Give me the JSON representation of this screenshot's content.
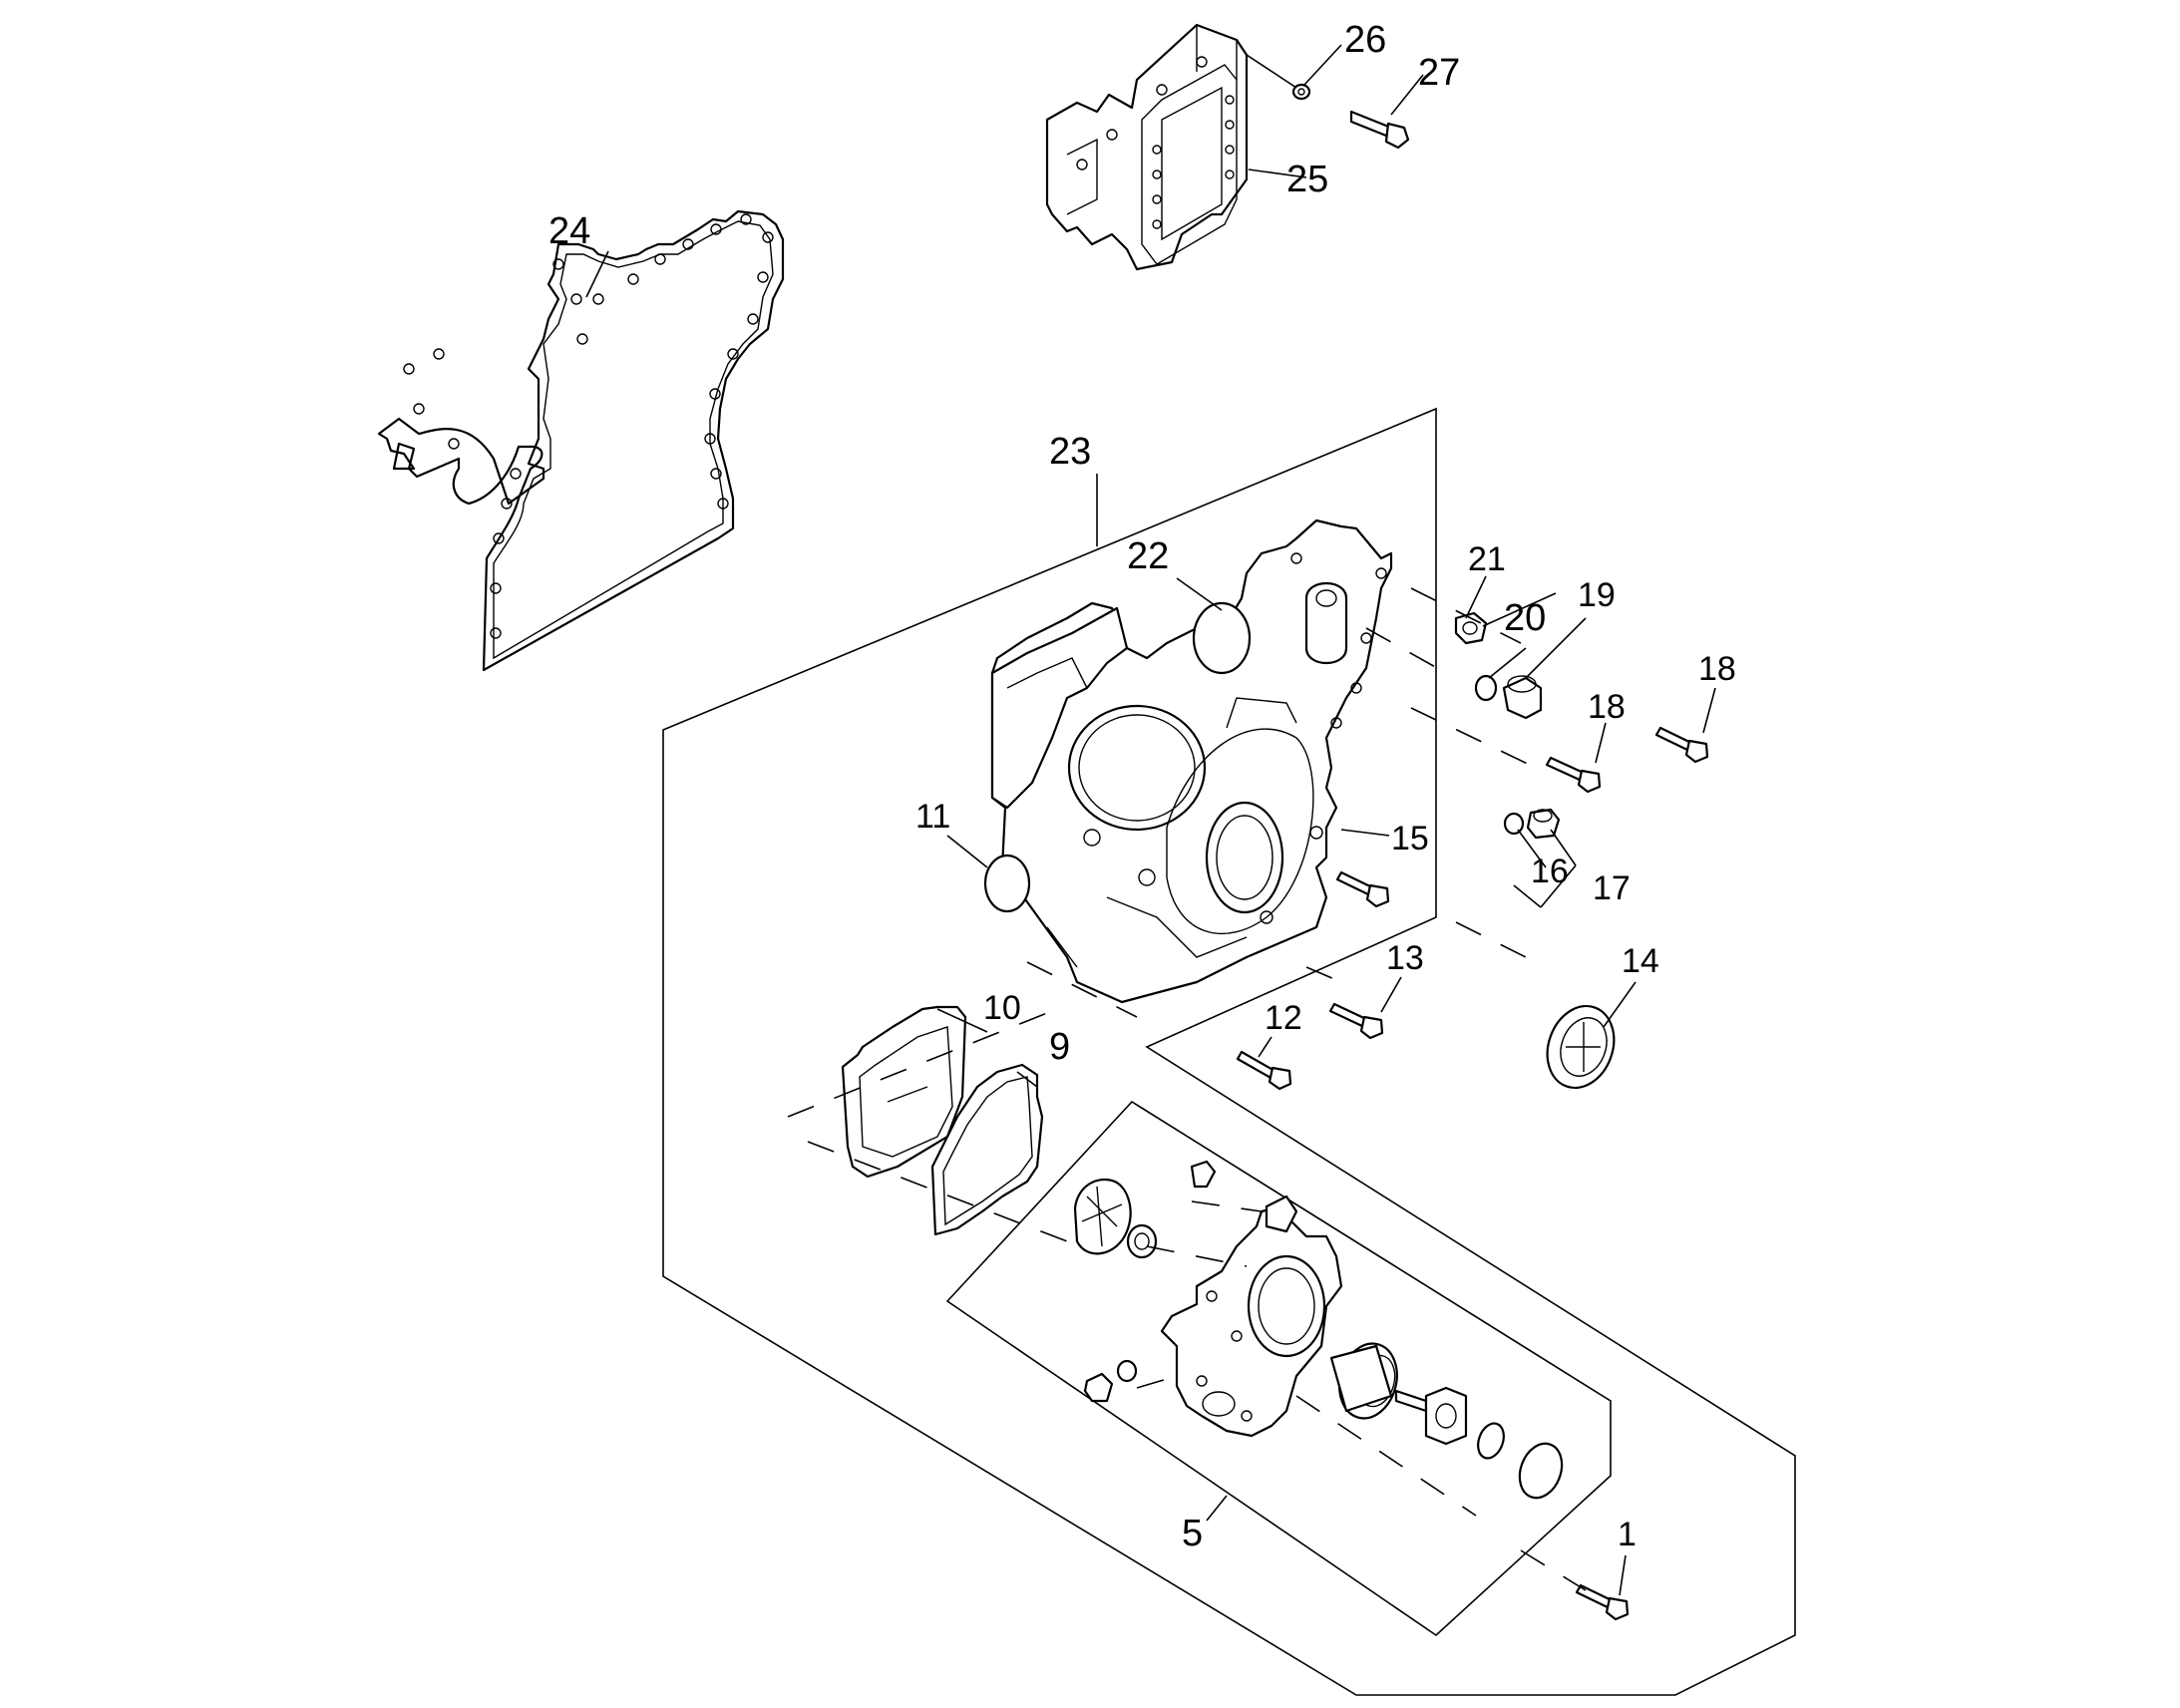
{
  "diagram": {
    "callouts": {
      "c1": "1",
      "c5": "5",
      "c9": "9",
      "c10": "10",
      "c11": "11",
      "c12": "12",
      "c13": "13",
      "c14": "14",
      "c15": "15",
      "c16": "16",
      "c17": "17",
      "c18a": "18",
      "c18b": "18",
      "c19": "19",
      "c20": "20",
      "c21": "21",
      "c22": "22",
      "c23": "23",
      "c24": "24",
      "c25": "25",
      "c26": "26",
      "c27": "27"
    }
  }
}
